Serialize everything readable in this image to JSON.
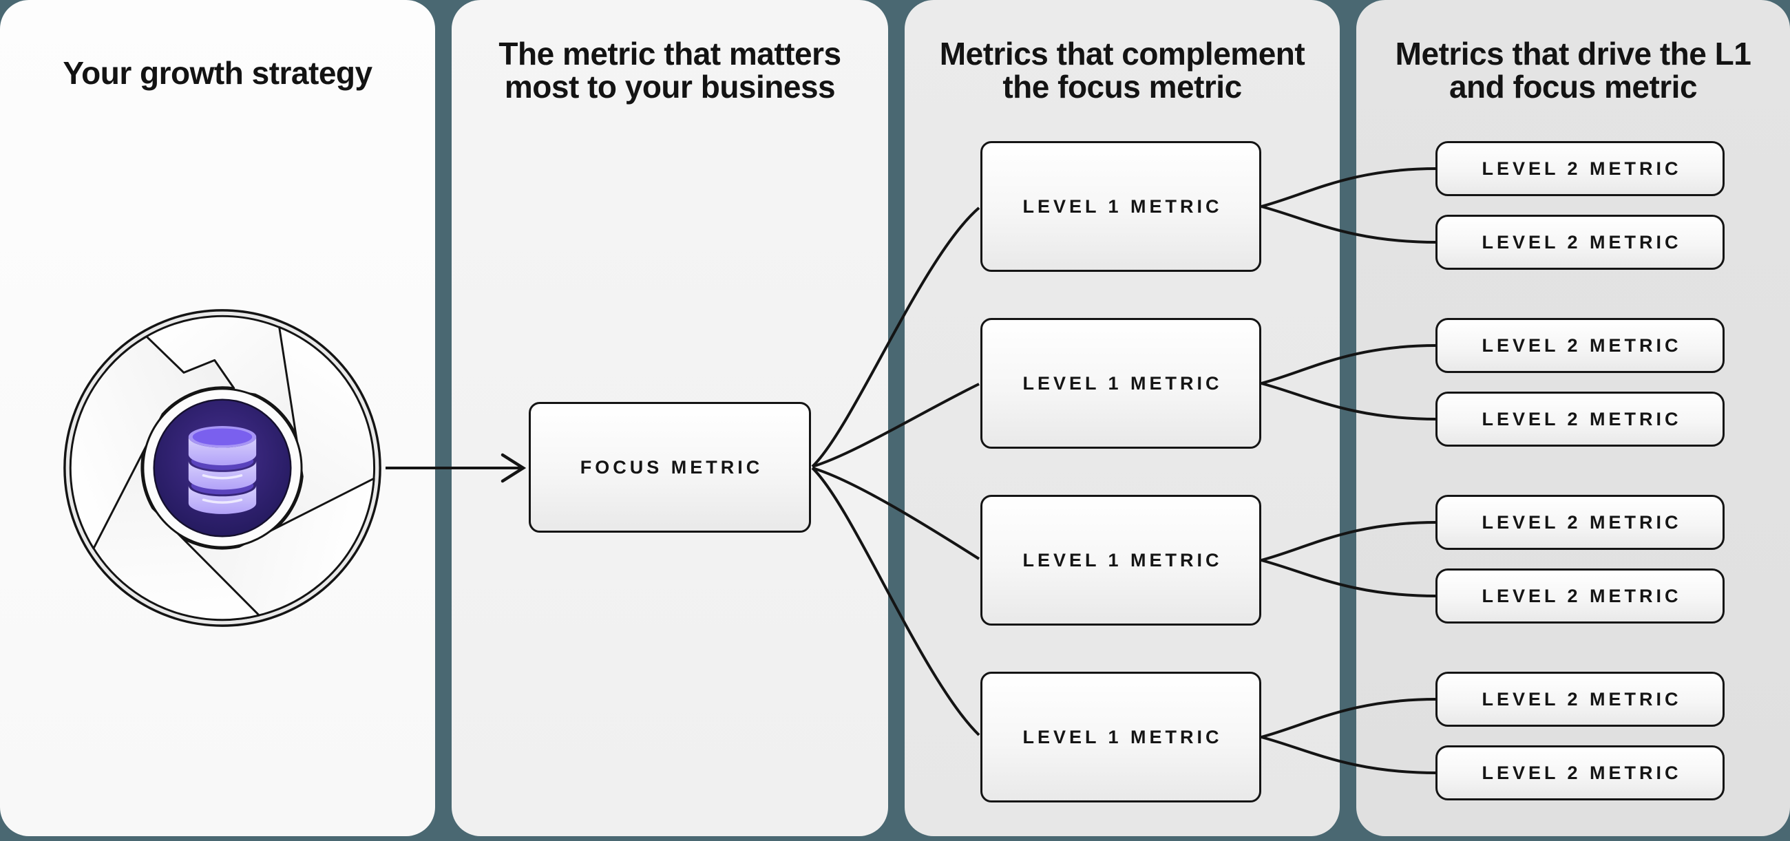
{
  "colors": {
    "background": "#4a6872",
    "ink": "#141414",
    "panel_1": "#fbfbfb",
    "panel_2": "#f3f3f3",
    "panel_3": "#eaeaea",
    "panel_4": "#e2e2e2",
    "icon_core": "#2c1f66",
    "icon_database": "#c9c0fa"
  },
  "icon": {
    "name": "aperture-database-icon"
  },
  "panels": [
    {
      "title_lines": [
        "Your growth strategy"
      ]
    },
    {
      "title_lines": [
        "The metric that matters",
        "most to your business"
      ],
      "nodes": [
        {
          "label": "FOCUS METRIC"
        }
      ]
    },
    {
      "title_lines": [
        "Metrics that complement",
        "the focus metric"
      ],
      "nodes": [
        {
          "label": "LEVEL 1 METRIC"
        },
        {
          "label": "LEVEL 1 METRIC"
        },
        {
          "label": "LEVEL 1 METRIC"
        },
        {
          "label": "LEVEL 1 METRIC"
        }
      ]
    },
    {
      "title_lines": [
        "Metrics that drive the L1",
        "and focus metric"
      ],
      "nodes": [
        {
          "label": "LEVEL 2 METRIC"
        },
        {
          "label": "LEVEL 2 METRIC"
        },
        {
          "label": "LEVEL 2 METRIC"
        },
        {
          "label": "LEVEL 2 METRIC"
        },
        {
          "label": "LEVEL 2 METRIC"
        },
        {
          "label": "LEVEL 2 METRIC"
        },
        {
          "label": "LEVEL 2 METRIC"
        },
        {
          "label": "LEVEL 2 METRIC"
        }
      ]
    }
  ]
}
